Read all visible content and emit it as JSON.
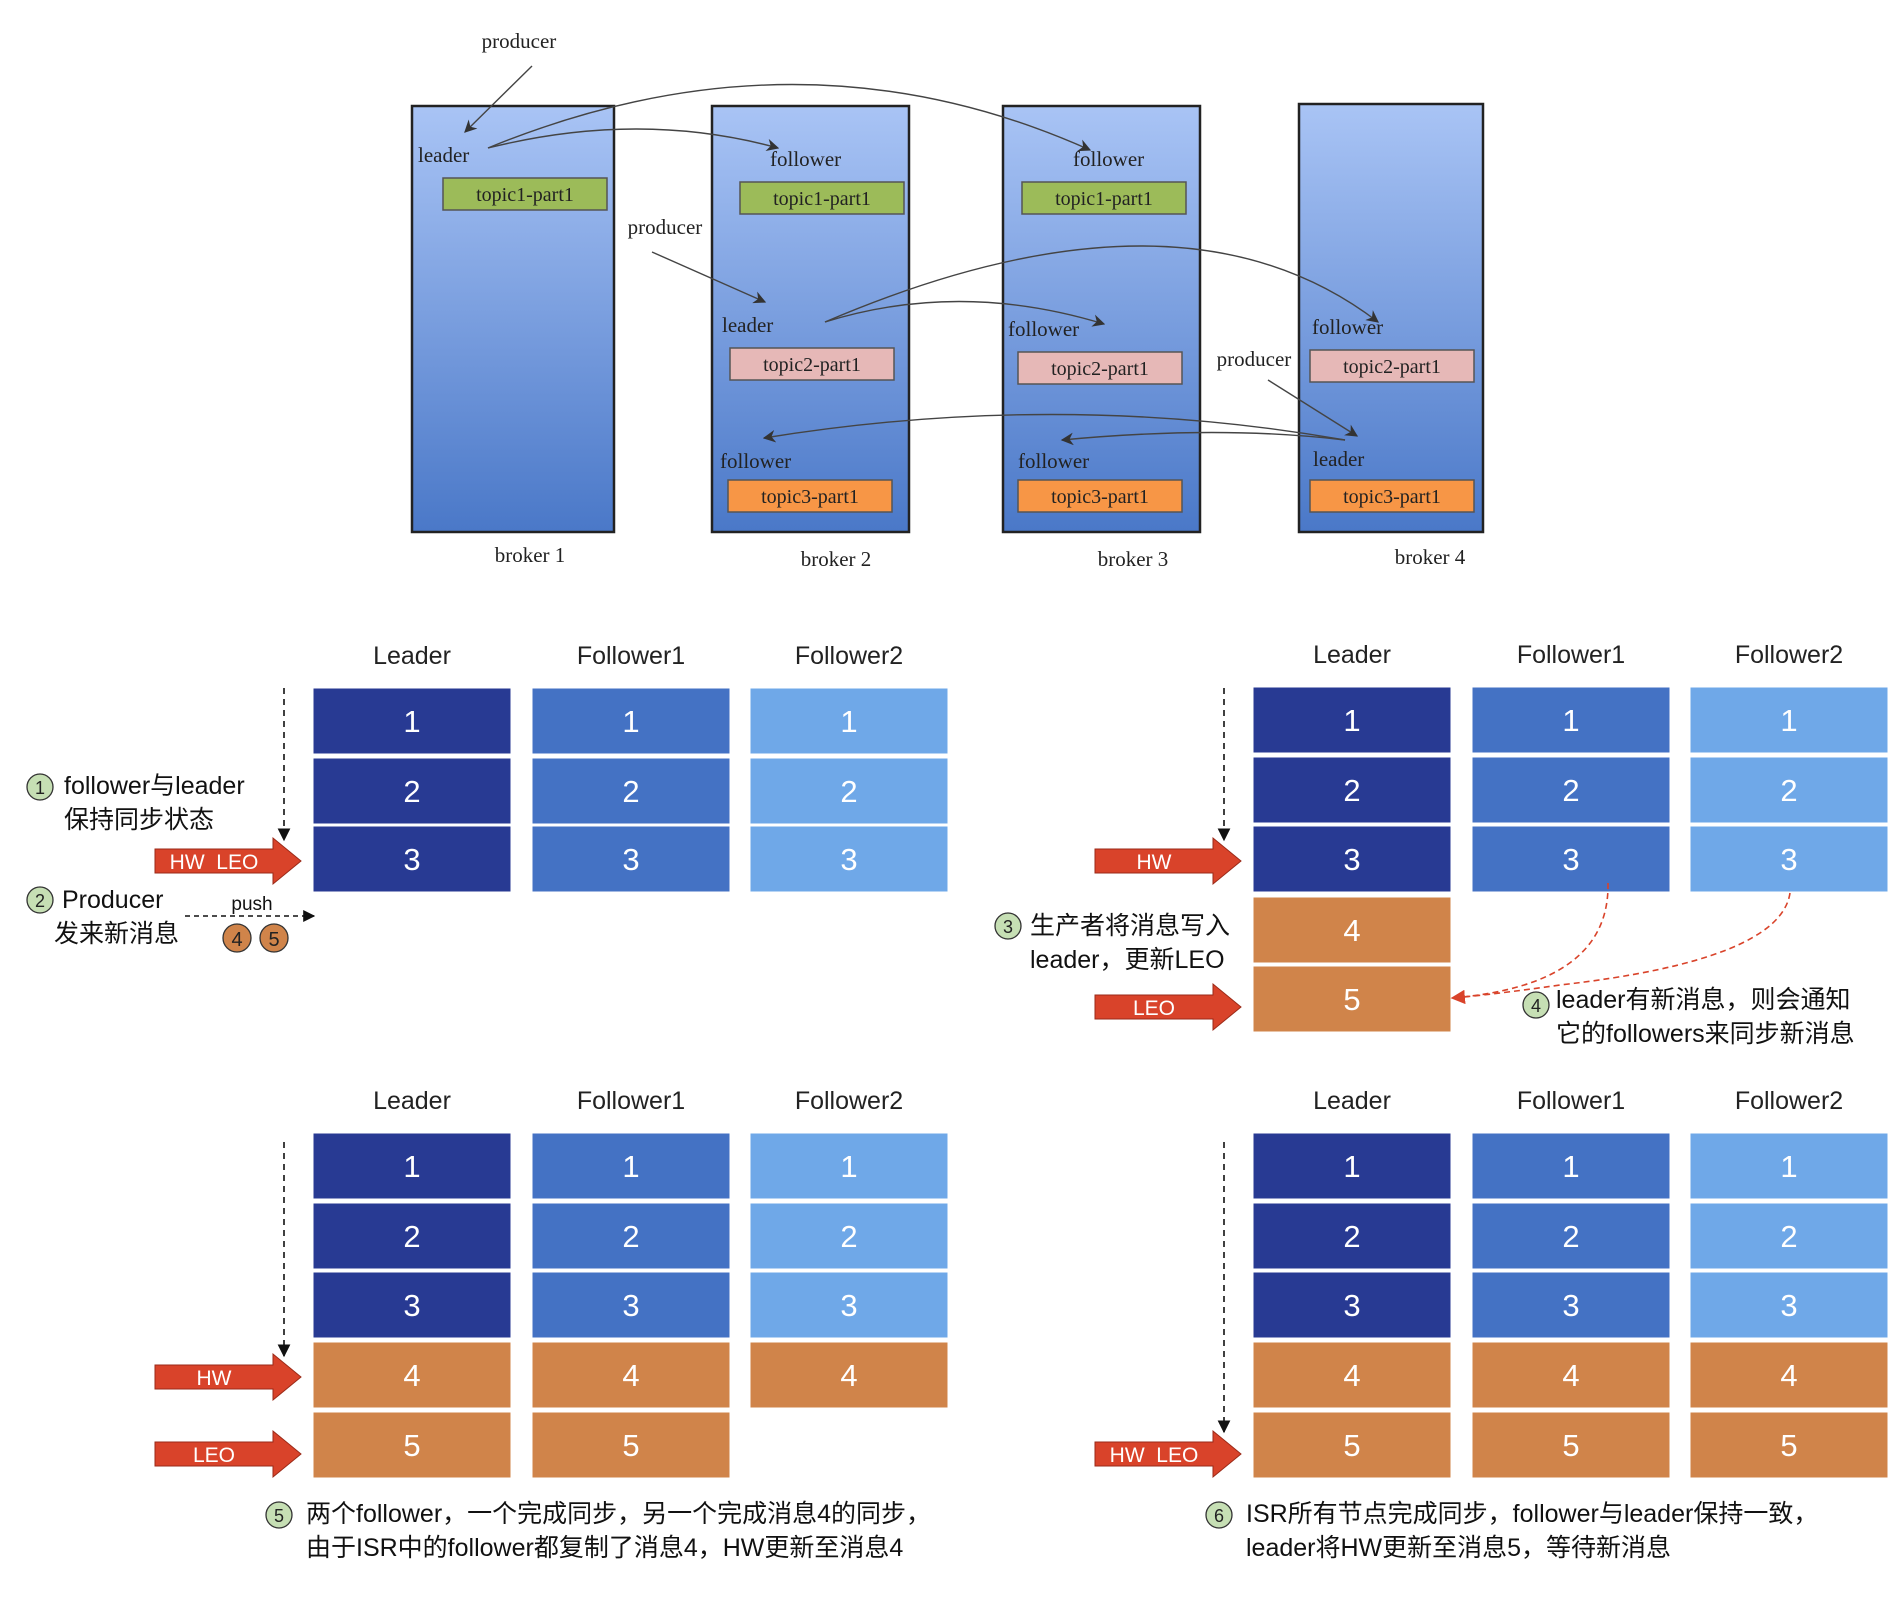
{
  "top": {
    "brokers": [
      {
        "label": "broker 1"
      },
      {
        "label": "broker 2"
      },
      {
        "label": "broker 3"
      },
      {
        "label": "broker 4"
      }
    ],
    "roles": {
      "producer": "producer",
      "leader": "leader",
      "follower": "follower"
    },
    "partitions": {
      "p1": "topic1-part1",
      "p2": "topic2-part1",
      "p3": "topic3-part1"
    }
  },
  "panels": {
    "headers": [
      "Leader",
      "Follower1",
      "Follower2"
    ],
    "p1": {
      "rows": [
        [
          "1",
          "1",
          "1"
        ],
        [
          "2",
          "2",
          "2"
        ],
        [
          "3",
          "3",
          "3"
        ]
      ],
      "marker_hw_leo": "HW  LEO",
      "step1_num": "1",
      "step1_line1": "follower与leader",
      "step1_line2": "保持同步状态",
      "step2_num": "2",
      "step2_line1": "Producer",
      "step2_line2": "发来新消息",
      "push": "push",
      "msg4": "4",
      "msg5": "5"
    },
    "p2": {
      "rows": [
        [
          "1",
          "1",
          "1"
        ],
        [
          "2",
          "2",
          "2"
        ],
        [
          "3",
          "3",
          "3"
        ],
        [
          "4",
          "",
          ""
        ],
        [
          "5",
          "",
          ""
        ]
      ],
      "marker_hw": "HW",
      "marker_leo": "LEO",
      "step3_num": "3",
      "step3_line1": "生产者将消息写入",
      "step3_line2": "leader，更新LEO",
      "step4_num": "4",
      "step4_line1": "leader有新消息，则会通知",
      "step4_line2": "它的followers来同步新消息"
    },
    "p3": {
      "rows": [
        [
          "1",
          "1",
          "1"
        ],
        [
          "2",
          "2",
          "2"
        ],
        [
          "3",
          "3",
          "3"
        ],
        [
          "4",
          "4",
          "4"
        ],
        [
          "5",
          "5",
          ""
        ]
      ],
      "marker_hw": "HW",
      "marker_leo": "LEO",
      "step5_num": "5",
      "step5_line1": "两个follower，一个完成同步，另一个完成消息4的同步，",
      "step5_line2": "由于ISR中的follower都复制了消息4，HW更新至消息4"
    },
    "p4": {
      "rows": [
        [
          "1",
          "1",
          "1"
        ],
        [
          "2",
          "2",
          "2"
        ],
        [
          "3",
          "3",
          "3"
        ],
        [
          "4",
          "4",
          "4"
        ],
        [
          "5",
          "5",
          "5"
        ]
      ],
      "marker_hw_leo": "HW  LEO",
      "step6_num": "6",
      "step6_line1": "ISR所有节点完成同步，follower与leader保持一致，",
      "step6_line2": "leader将HW更新至消息5，等待新消息"
    }
  },
  "colors": {
    "leader_cell": "#283A93",
    "follower1_cell": "#4472C4",
    "follower2_cell": "#6FA8E8",
    "new_msg_cell": "#D0844A",
    "marker_arrow": "#D9432A",
    "step_circle": "#C6DFB4",
    "topic1_box": "#9CBB59",
    "topic2_box": "#E6B8B7",
    "topic3_box": "#F79646",
    "broker_top": "#A9C4F5",
    "broker_bottom": "#4A78C8"
  }
}
